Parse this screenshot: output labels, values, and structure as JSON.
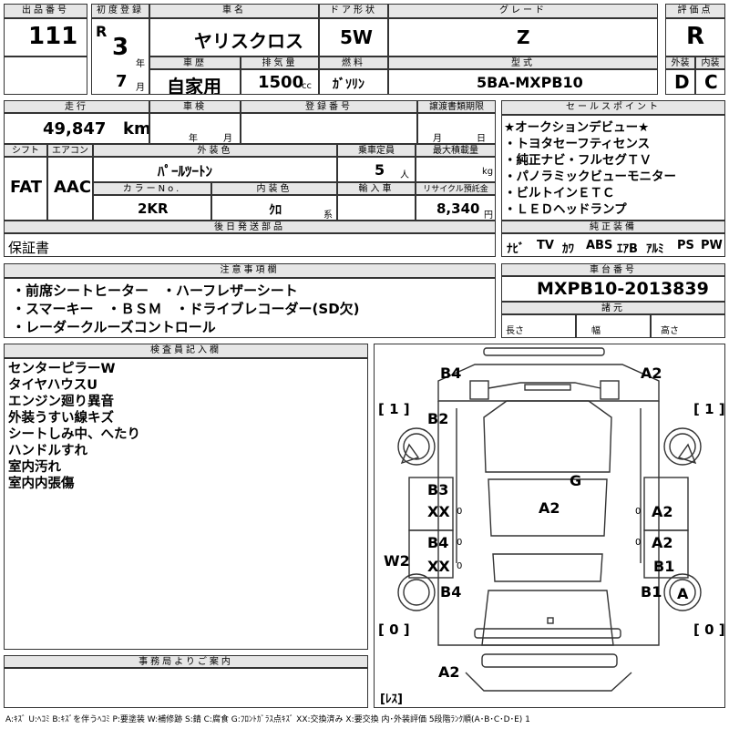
{
  "header": {
    "lot_label": "出品番号",
    "lot": "111",
    "first_reg_label": "初度登録",
    "era": "R",
    "year_num": "3",
    "year_unit": "年",
    "month_num": "7",
    "month_unit": "月",
    "car_name_label": "車名",
    "car_name": "ヤリスクロス",
    "door_label": "ドア形状",
    "door": "5W",
    "grade_label": "グレード",
    "grade": "Z",
    "score_label": "評価点",
    "score": "R",
    "history_label": "車歴",
    "history": "自家用",
    "displacement_label": "排気量",
    "displacement": "1500",
    "cc": "cc",
    "fuel_label": "燃料",
    "fuel": "ｶﾞｿﾘﾝ",
    "model_label": "型式",
    "model": "5BA-MXPB10",
    "ext_label": "外装",
    "ext": "D",
    "int_label": "内装",
    "int": "C"
  },
  "row2": {
    "mileage_label": "走行",
    "mileage": "49,847",
    "km": "km",
    "inspection_label": "車検",
    "year_unit": "年",
    "month_unit": "月",
    "reg_label": "登録番号",
    "transfer_label": "譲渡書類期限",
    "transfer_month": "月",
    "transfer_day": "日"
  },
  "row3": {
    "shift_label": "シフト",
    "shift": "FAT",
    "ac_label": "エアコン",
    "ac": "AAC",
    "color_label": "外装色",
    "color": "ﾊﾟｰﾙﾂｰﾄﾝ",
    "capacity_label": "乗車定員",
    "capacity": "5",
    "person_unit": "人",
    "load_label": "最大積載量",
    "kg": "kg",
    "colorno_label": "カラーNo.",
    "colorno": "2KR",
    "intcolor_label": "内装色",
    "intcolor": "ｸﾛ",
    "intcolor_unit": "系",
    "import_label": "輸入車",
    "recycle_label": "リサイクル預託金",
    "recycle": "8,340",
    "yen": "円"
  },
  "later": {
    "label": "後日発送部品",
    "value": "保証書"
  },
  "sales": {
    "label": "セールスポイント",
    "items": [
      "★オークションデビュー★",
      "・トヨタセーフティセンス",
      "・純正ナビ・フルセグＴＶ",
      "・パノラミックビューモニター",
      "・ビルトインＥＴＣ",
      "・ＬＥＤヘッドランプ"
    ]
  },
  "equip": {
    "label": "純正装備",
    "items": [
      "ﾅﾋﾞ",
      "TV",
      "ｶﾜ",
      "ABS",
      "ｴｱB",
      "ｱﾙﾐ",
      "PS",
      "PW"
    ]
  },
  "notes": {
    "label": "注意事項欄",
    "lines": [
      "・前席シートヒーター　・ハーフレザーシート",
      "・スマーキー　・ＢＳＭ　・ドライブレコーダー(SD欠)",
      "・レーダークルーズコントロール"
    ]
  },
  "chassis": {
    "label": "車台番号",
    "value": "MXPB10-2013839",
    "spec_label": "諸元",
    "length": "長さ",
    "width": "幅",
    "height": "高さ"
  },
  "inspector": {
    "label": "検査員記入欄",
    "lines": [
      "センターピラーW",
      "タイヤハウスU",
      "エンジン廻り異音",
      "外装うすい線キズ",
      "シートしみ中、へたり",
      "ハンドルすれ",
      "室内汚れ",
      "室内内張傷"
    ]
  },
  "office": {
    "label": "事務局よりご案内"
  },
  "diagram": {
    "labels": {
      "b4_top": "B4",
      "a2_top": "A2",
      "b2": "B2",
      "g": "G",
      "b3": "B3",
      "xx1": "XX",
      "a2_center": "A2",
      "a2_right1": "A2",
      "b4_mid": "B4",
      "xx2": "XX",
      "a2_right2": "A2",
      "b1_right": "B1",
      "w2": "W2",
      "b4_low": "B4",
      "b1_low": "B1",
      "a_wheel": "A",
      "a2_bottom": "A2"
    },
    "tire_fl": "[ 1 ]",
    "tire_fr": "[ 1 ]",
    "tire_rl": "[ 0 ]",
    "tire_rr": "[ 0 ]",
    "spare": "[ﾚｽ]",
    "zero": "0"
  },
  "legend": "A:ｷｽﾞ U:ﾍｺﾐ B:ｷｽﾞを伴うﾍｺﾐ P:要塗装 W:補修跡 S:錆 C:腐食 G:ﾌﾛﾝﾄｶﾞﾗｽ点ｷｽﾞ XX:交換済み X:要交換 内･外装評価 5段階ﾗﾝｸ順(A･B･C･D･E) 1"
}
